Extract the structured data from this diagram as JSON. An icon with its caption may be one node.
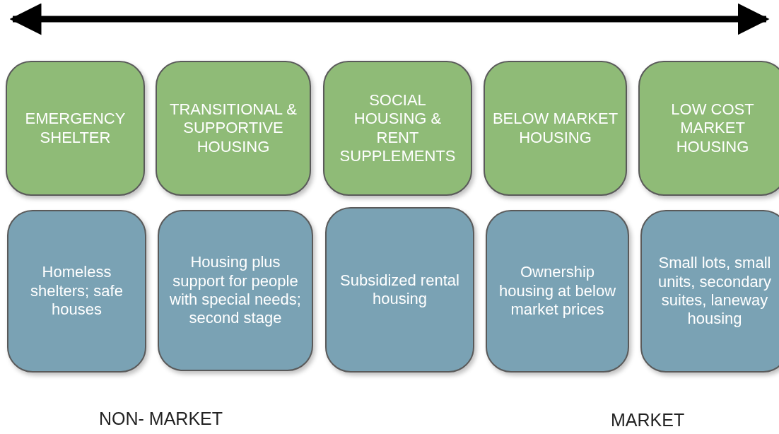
{
  "diagram": {
    "nodes": [
      {
        "text": [
          "EMERGENCY SHELTER"
        ]
      },
      {
        "text": [
          "TRANSITIONAL & SUPPORTIVE HOUSING"
        ]
      },
      {
        "text": [
          "SOCIAL HOUSING & RENT SUPPLEMENTS"
        ]
      },
      {
        "text": [
          "BELOW MARKET HOUSING"
        ]
      },
      {
        "text": [
          "LOW COST MARKET HOUSING"
        ]
      },
      {
        "text": [
          "Homeless shelters; safe houses"
        ]
      },
      {
        "text": [
          "Housing plus support for people with special needs; second stage"
        ]
      },
      {
        "text": [
          "Subsidized rental housing"
        ]
      },
      {
        "text": [
          "Ownership housing at below market prices"
        ]
      },
      {
        "text": [
          "Small lots, small units, secondary suites, laneway housing"
        ]
      }
    ],
    "labels": [
      "NON- MARKET",
      "MARKET"
    ]
  }
}
